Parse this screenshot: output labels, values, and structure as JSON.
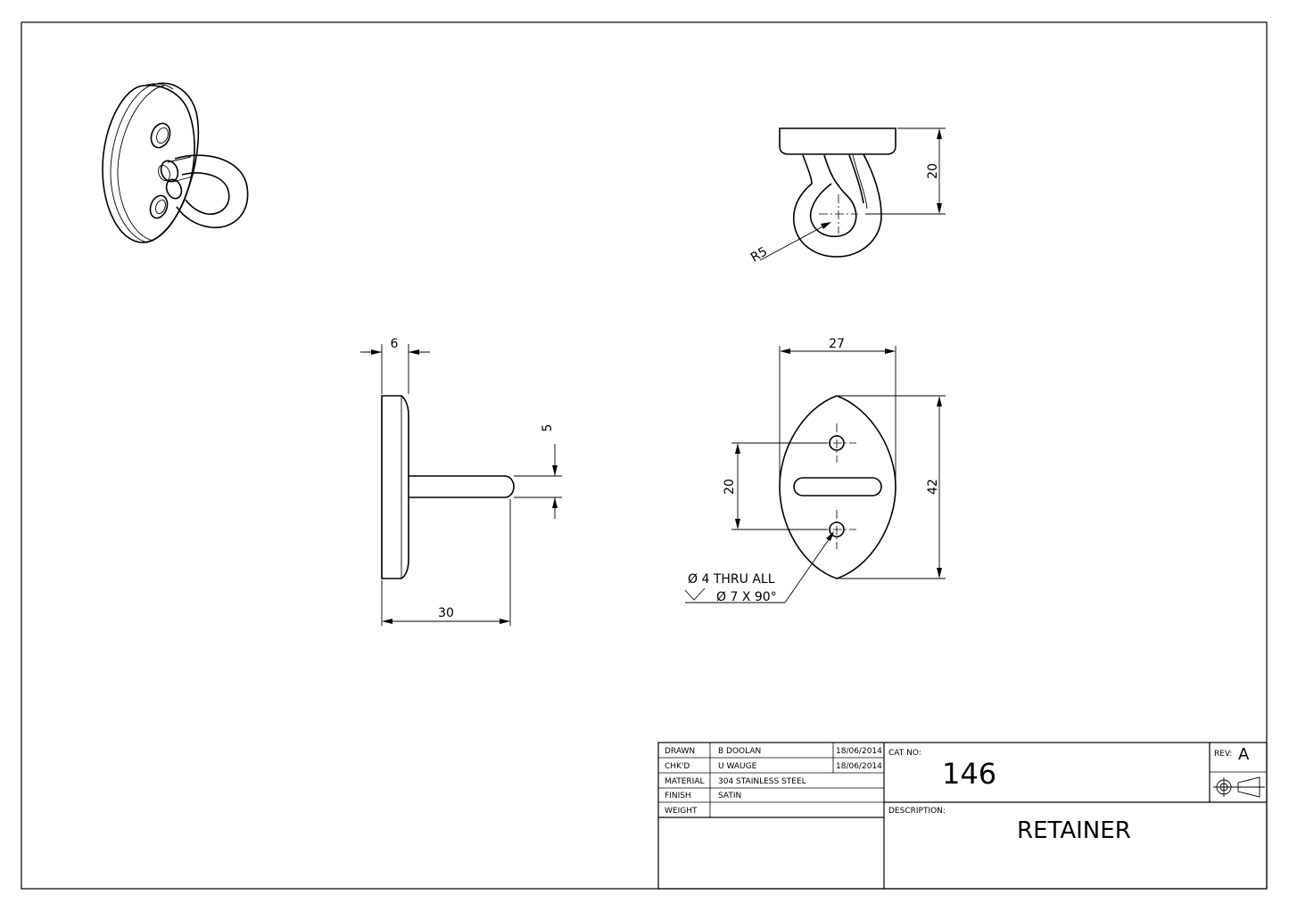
{
  "drawing": {
    "views": {
      "top_view": {
        "radius_label": "R5",
        "height_label": "20"
      },
      "side_view": {
        "thickness_label": "6",
        "rod_label": "5",
        "projection_label": "30"
      },
      "front_view": {
        "width_label": "27",
        "height_label": "42",
        "hole_spacing_label": "20",
        "hole_note_line1": "Ø 4 THRU ALL",
        "hole_note_line2": "Ø 7 X 90°"
      }
    }
  },
  "title_block": {
    "rows": [
      {
        "label": "DRAWN",
        "value": "B DOOLAN",
        "date": "18/06/2014"
      },
      {
        "label": "CHK'D",
        "value": "U WAUGE",
        "date": "18/06/2014"
      },
      {
        "label": "MATERIAL",
        "value": "304 STAINLESS STEEL",
        "date": ""
      },
      {
        "label": "FINISH",
        "value": "SATIN",
        "date": ""
      },
      {
        "label": "WEIGHT",
        "value": "",
        "date": ""
      }
    ],
    "cat_no_label": "CAT NO:",
    "cat_no": "146",
    "rev_label": "REV:",
    "rev": "A",
    "projection_icon": "third-angle-projection-icon",
    "description_label": "DESCRIPTION:",
    "description": "RETAINER"
  }
}
